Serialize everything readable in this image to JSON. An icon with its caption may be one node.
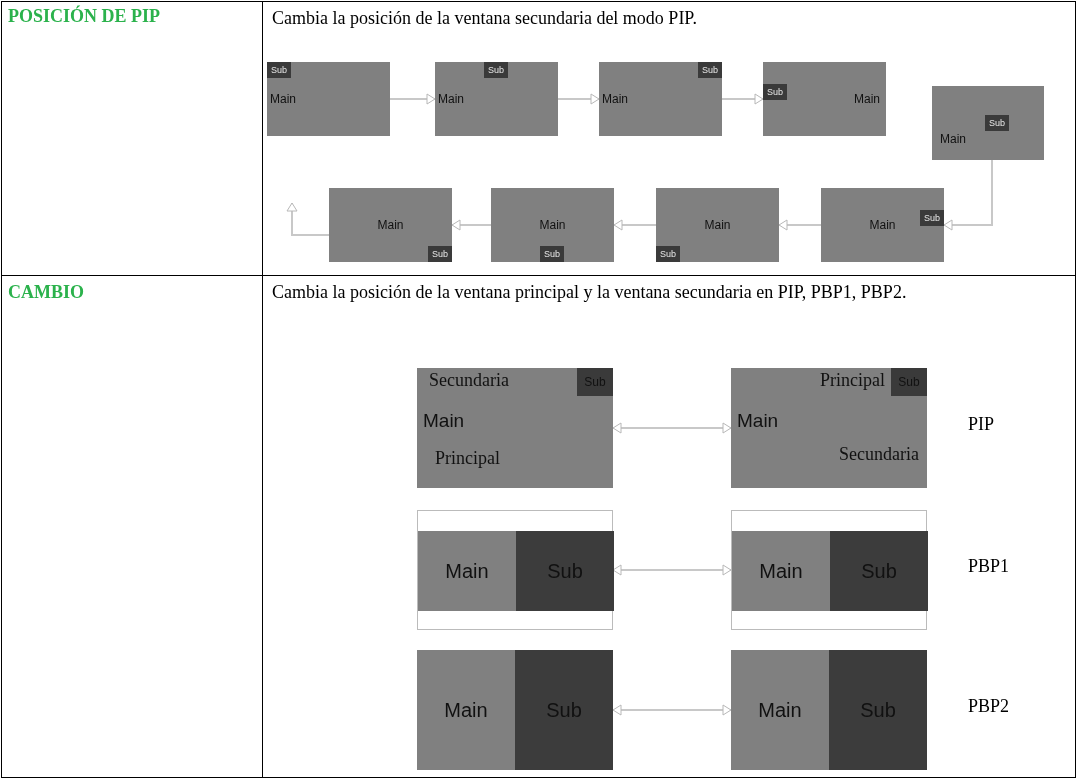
{
  "diagram": {
    "nodes": [
      {
        "text": [
          "Main"
        ]
      },
      {
        "text": [
          "Sub"
        ],
        "in": 0
      },
      {
        "text": [
          "Main"
        ]
      },
      {
        "text": [
          "Sub"
        ],
        "in": 2
      },
      {
        "text": [
          "Main"
        ]
      },
      {
        "text": [
          "Sub"
        ],
        "in": 4
      },
      {
        "text": [
          "Main"
        ]
      },
      {
        "text": [
          "Sub"
        ],
        "in": 6
      },
      {
        "text": [
          "Main"
        ]
      },
      {
        "text": [
          "Sub"
        ],
        "in": 8
      },
      {
        "text": [
          "Main"
        ]
      },
      {
        "text": [
          "Sub"
        ],
        "in": 10
      },
      {
        "text": [
          "Main"
        ]
      },
      {
        "text": [
          "Sub"
        ],
        "in": 12
      },
      {
        "text": [
          "Main"
        ]
      },
      {
        "text": [
          "Sub"
        ],
        "in": 14
      },
      {
        "text": [
          "Main"
        ]
      },
      {
        "text": [
          "Sub"
        ],
        "in": 16
      },
      {
        "text": [
          "Secundaria",
          "Main",
          "Principal"
        ]
      },
      {
        "text": [
          "Sub"
        ],
        "in": 18
      },
      {
        "text": [
          "Principal",
          "Main",
          "Secundaria"
        ]
      },
      {
        "text": [
          "Sub"
        ],
        "in": 20
      },
      {
        "text": [],
        "shape": "box"
      },
      {
        "text": [
          "Main"
        ],
        "in": 22
      },
      {
        "text": [
          "Sub"
        ],
        "in": 22
      },
      {
        "text": [],
        "shape": "box"
      },
      {
        "text": [
          "Main"
        ],
        "in": 25
      },
      {
        "text": [
          "Sub"
        ],
        "in": 25
      },
      {
        "text": [],
        "shape": "box"
      },
      {
        "text": [
          "Main"
        ],
        "in": 28
      },
      {
        "text": [
          "Sub"
        ],
        "in": 28
      },
      {
        "text": [],
        "shape": "box"
      },
      {
        "text": [
          "Main"
        ],
        "in": 31
      },
      {
        "text": [
          "Sub"
        ],
        "in": 31
      }
    ],
    "edges": [
      {
        "from": 0,
        "to": 2,
        "arrow": "to"
      },
      {
        "from": 2,
        "to": 4,
        "arrow": "to"
      },
      {
        "from": 4,
        "to": 6,
        "arrow": "to"
      },
      {
        "from": 8,
        "to": 10,
        "arrow": "to"
      },
      {
        "from": 10,
        "to": 12,
        "arrow": "to"
      },
      {
        "from": 12,
        "to": 14,
        "arrow": "to"
      },
      {
        "from": 14,
        "to": 16,
        "arrow": "to"
      },
      {
        "from": 16,
        "to": null,
        "arrow": "to"
      },
      {
        "from": 18,
        "to": 20,
        "arrow": "both"
      },
      {
        "from": 22,
        "to": 25,
        "arrow": "both"
      },
      {
        "from": 28,
        "to": 31,
        "arrow": "both"
      }
    ],
    "labels": [
      "POSICIÓN DE PIP",
      "Cambia la posición de la ventana secundaria del modo PIP.",
      "CAMBIO",
      "Cambia la posición de la ventana principal y la ventana secundaria en PIP, PBP1, PBP2.",
      "PIP",
      "PBP1",
      "PBP2"
    ]
  }
}
